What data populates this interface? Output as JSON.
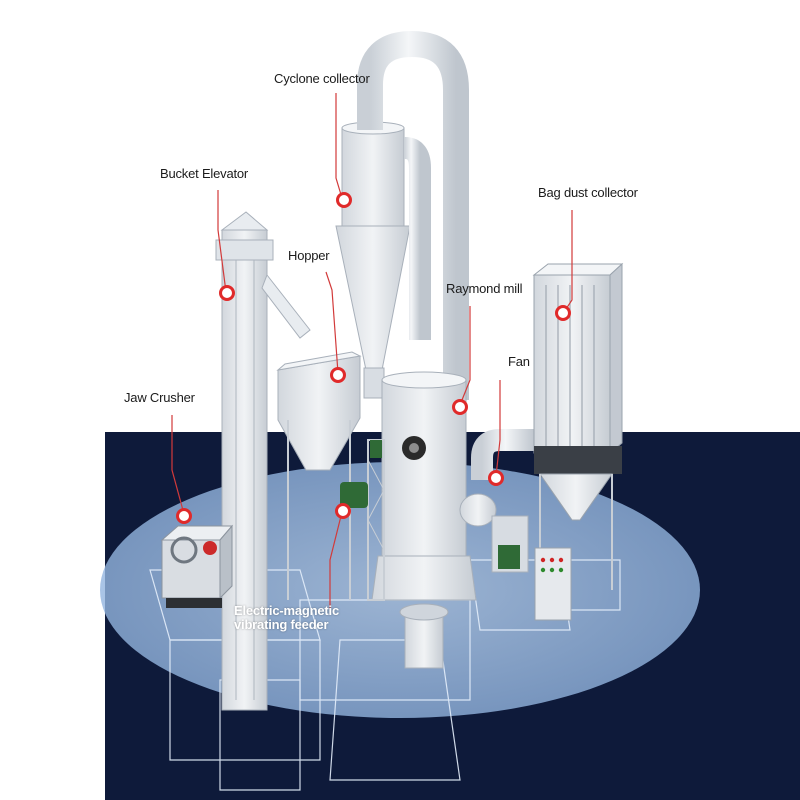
{
  "labels": {
    "cyclone_collector": "Cyclone collector",
    "bucket_elevator": "Bucket Elevator",
    "hopper": "Hopper",
    "bag_dust_collector": "Bag dust collector",
    "raymond_mill": "Raymond mill",
    "fan": "Fan",
    "jaw_crusher": "Jaw Crusher",
    "feeder_line1": "Electric-magnetic",
    "feeder_line2": "vibrating feeder"
  },
  "colors": {
    "floor_dark": "#0e1a3a",
    "platform": "#a9c8ec",
    "machine": "#e3e7ec",
    "machine_shade": "#c3c9d1",
    "marker": "#e02a2a",
    "leader": "#d23a3a",
    "motor_green": "#2f6a36"
  }
}
